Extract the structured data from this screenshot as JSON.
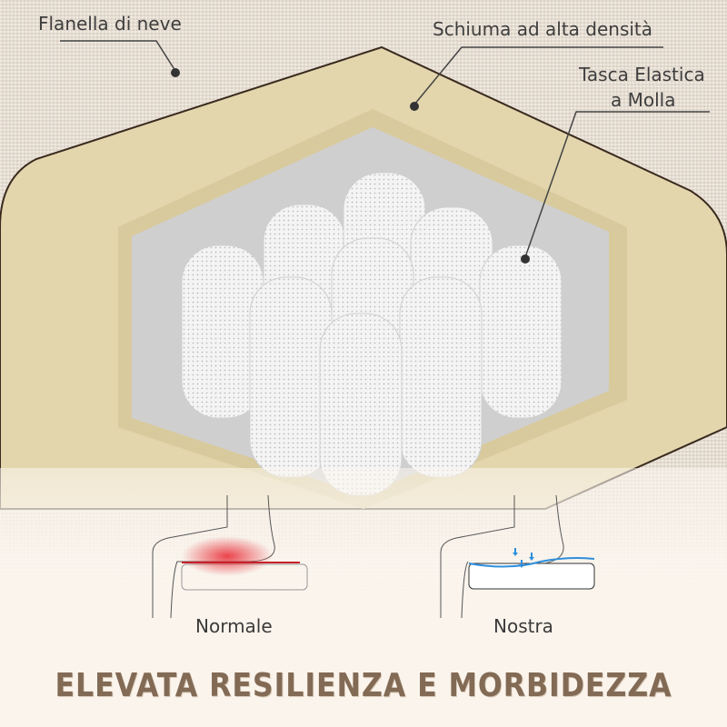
{
  "callouts": [
    {
      "label": "Flanella di neve"
    },
    {
      "label": "Schiuma ad alta densità"
    },
    {
      "label_line1": "Tasca Elastica",
      "label_line2": "a Molla"
    }
  ],
  "comparison": {
    "left": {
      "caption": "Normale",
      "indicator_color": "#e8303a"
    },
    "right": {
      "caption": "Nostra",
      "indicator_color": "#2f8fdc"
    }
  },
  "headline": "ELEVATA RESILIENZA E MORBIDEZZA",
  "colors": {
    "fabric": "#e9dfd2",
    "foam": "#e3d6ad",
    "spring": "#f2f2f2",
    "headline": "#826a55"
  }
}
